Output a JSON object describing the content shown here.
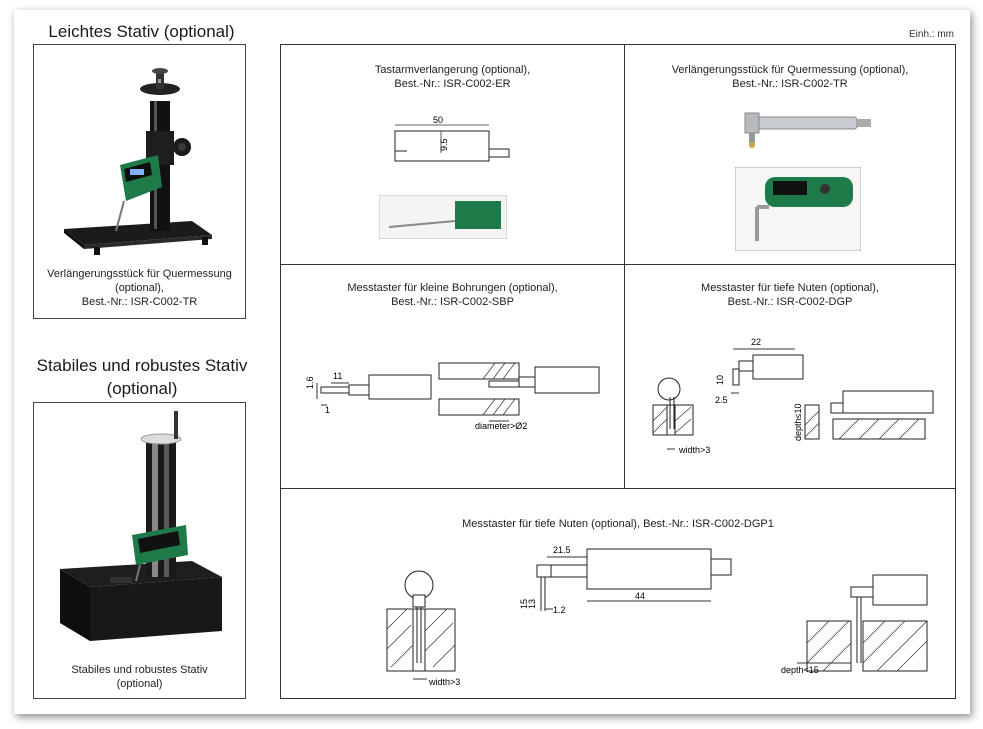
{
  "unit_label": "Einh.: mm",
  "left": {
    "light_stand": {
      "heading": "Leichtes Stativ (optional)",
      "caption": [
        "Verlängerungsstück für Quermessung",
        "(optional),",
        "Best.-Nr.: ISR-C002-TR"
      ]
    },
    "stable_stand": {
      "heading_line1": "Stabiles und robustes Stativ",
      "heading_line2": "(optional)",
      "caption": [
        "Stabiles und robustes Stativ",
        "(optional)"
      ]
    }
  },
  "cells": {
    "er": {
      "title": [
        "Tastarmverlangerung (optional),",
        "Best.-Nr.: ISR-C002-ER"
      ],
      "dims": {
        "length": "50",
        "height": "9.5"
      }
    },
    "tr": {
      "title": [
        "Verlängerungsstück für Quermessung (optional),",
        "Best.-Nr.: ISR-C002-TR"
      ]
    },
    "sbp": {
      "title": [
        "Messtaster für kleine Bohrungen (optional),",
        "Best.-Nr.: ISR-C002-SBP"
      ],
      "dims": {
        "d1": "1.6",
        "d2": "11",
        "d3": "1",
        "note": "diameter>Ø2"
      }
    },
    "dgp": {
      "title": [
        "Messtaster für tiefe Nuten (optional),",
        "Best.-Nr.: ISR-C002-DGP"
      ],
      "dims": {
        "d1": "22",
        "d2": "10",
        "d3": "2.5",
        "width": "width>3",
        "depth": "depth≤10"
      }
    },
    "dgp1": {
      "title": "Messtaster für tiefe Nuten (optional), Best.-Nr.: ISR-C002-DGP1",
      "dims": {
        "d1": "21.5",
        "d2": "44",
        "d3": "15",
        "d4": "13",
        "d5": "1.2",
        "width": "width>3",
        "depth": "depth<15"
      }
    }
  }
}
